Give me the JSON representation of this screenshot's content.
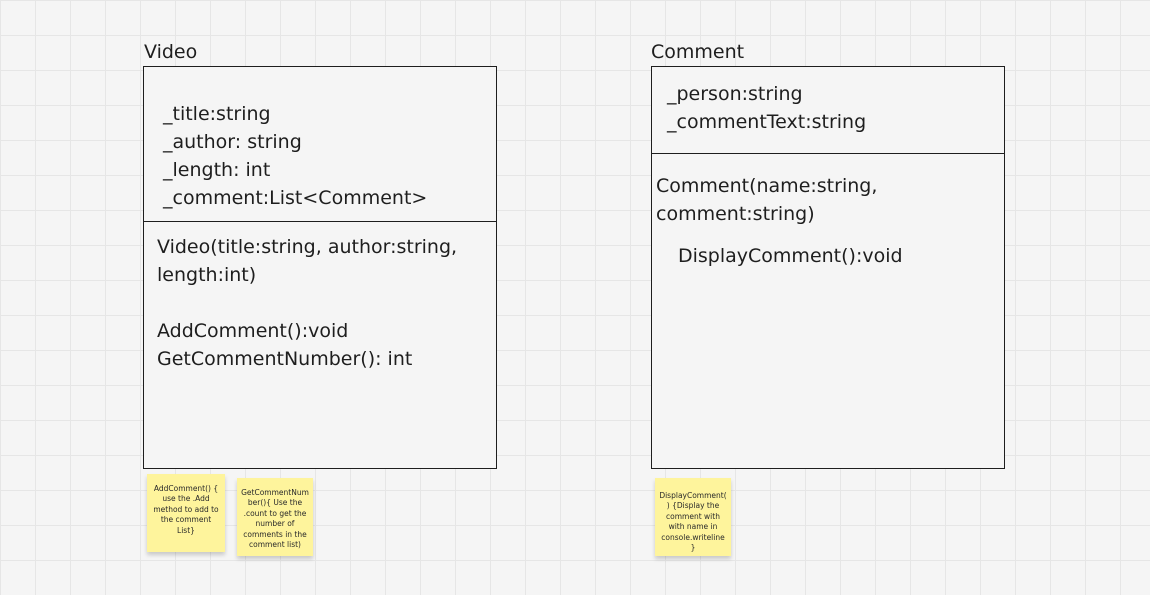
{
  "diagram": {
    "classes": [
      {
        "name": "Video",
        "attributes": [
          "_title:string",
          "_author: string",
          "_length: int",
          "_comment:List<Comment>"
        ],
        "operations": [
          "Video(title:string, author:string, length:int)",
          "AddComment():void",
          "GetCommentNumber(): int"
        ]
      },
      {
        "name": "Comment",
        "attributes": [
          "_person:string",
          "_commentText:string"
        ],
        "operations": [
          "Comment(name:string, comment:string)",
          "DisplayComment():void"
        ]
      }
    ],
    "sticky_notes": [
      {
        "text": "AddComment() { use the .Add method to add to the comment List}",
        "color": "#fef49c"
      },
      {
        "text": "GetCommentNumber(){ Use the .count to get the number of comments in the comment list)",
        "color": "#fef49c"
      },
      {
        "text": "DisplayComment() {Display the comment with with name in console.writeline}",
        "color": "#fef49c"
      }
    ]
  }
}
